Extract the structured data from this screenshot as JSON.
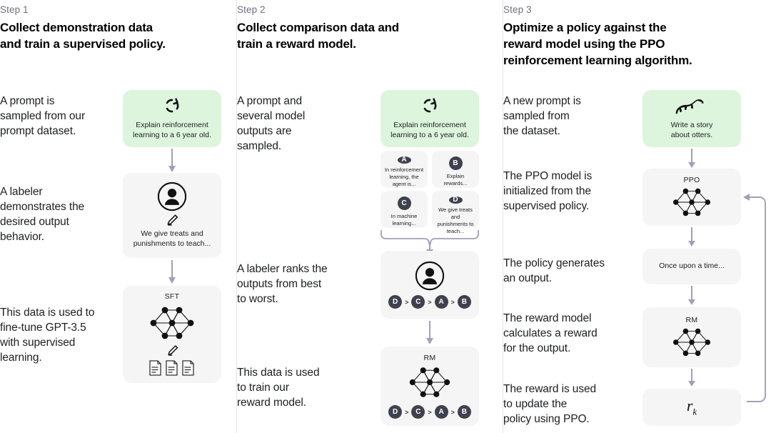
{
  "meta": {
    "bg_color": "#ffffff",
    "green_card_color": "#ddf5dd",
    "grey_card_color": "#f5f5f5",
    "badge_color": "#40414f",
    "arrow_color": "#a0a0b8",
    "divider_color": "#e3e3e3"
  },
  "columns": [
    {
      "step_label": "Step 1",
      "title": "Collect demonstration data\nand train a supervised policy.",
      "descriptions": [
        "A prompt is\nsampled from our\nprompt dataset.",
        "A labeler\ndemonstrates the\ndesired output\nbehavior.",
        "This data is used to\nfine-tune GPT-3.5\nwith supervised\nlearning."
      ],
      "cards": [
        {
          "kind": "green",
          "icon": "refresh-cycle-icon",
          "text": "Explain reinforcement\nlearning to a 6 year old."
        },
        {
          "kind": "grey",
          "icon": "labeler-person-icon",
          "text": "We give treats and\npunishments to teach..."
        },
        {
          "kind": "grey",
          "icon": "neural-network-icon",
          "label": "SFT",
          "text": ""
        }
      ]
    },
    {
      "step_label": "Step 2",
      "title": "Collect comparison data and\ntrain a reward model.",
      "descriptions": [
        "A prompt and\nseveral model\noutputs are\nsampled.",
        "A labeler ranks the\noutputs from best\nto worst.",
        "This data is used\nto train our\nreward model."
      ],
      "cards": [
        {
          "kind": "green",
          "icon": "refresh-cycle-icon",
          "text": "Explain reinforcement\nlearning to a 6 year old."
        },
        {
          "kind": "grey",
          "icon": "labeler-person-icon",
          "label": "",
          "text": ""
        },
        {
          "kind": "grey",
          "icon": "neural-network-icon",
          "label": "RM",
          "text": ""
        }
      ],
      "options": [
        {
          "badge": "A",
          "text": "In reinforcement\nlearning, the\nagent is..."
        },
        {
          "badge": "B",
          "text": "Explain rewards..."
        },
        {
          "badge": "C",
          "text": "In machine\nlearning..."
        },
        {
          "badge": "D",
          "text": "We give treats and\npunishments to\nteach..."
        }
      ],
      "ranking": [
        "D",
        "C",
        "A",
        "B"
      ],
      "ranking_separator": ">"
    },
    {
      "step_label": "Step 3",
      "title": "Optimize a policy against the\nreward model using the PPO\nreinforcement learning algorithm.",
      "descriptions": [
        "A new prompt is\nsampled from\nthe dataset.",
        "The PPO model is\ninitialized from the\nsupervised policy.",
        "The policy generates\nan output.",
        "The reward model\ncalculates a reward\nfor the output.",
        "The reward is used\nto update the\npolicy using PPO."
      ],
      "cards": [
        {
          "kind": "green",
          "icon": "otter-icon",
          "text": "Write a story\nabout otters."
        },
        {
          "kind": "grey",
          "icon": "neural-network-icon",
          "label": "PPO",
          "text": ""
        },
        {
          "kind": "grey",
          "icon": "",
          "label": "",
          "text": "Once upon a time..."
        },
        {
          "kind": "grey",
          "icon": "neural-network-icon",
          "label": "RM",
          "text": ""
        },
        {
          "kind": "grey",
          "icon": "",
          "label": "",
          "text": "r",
          "subscript": "k"
        }
      ],
      "feedback_loop": "reward-feedback-arrow"
    }
  ]
}
